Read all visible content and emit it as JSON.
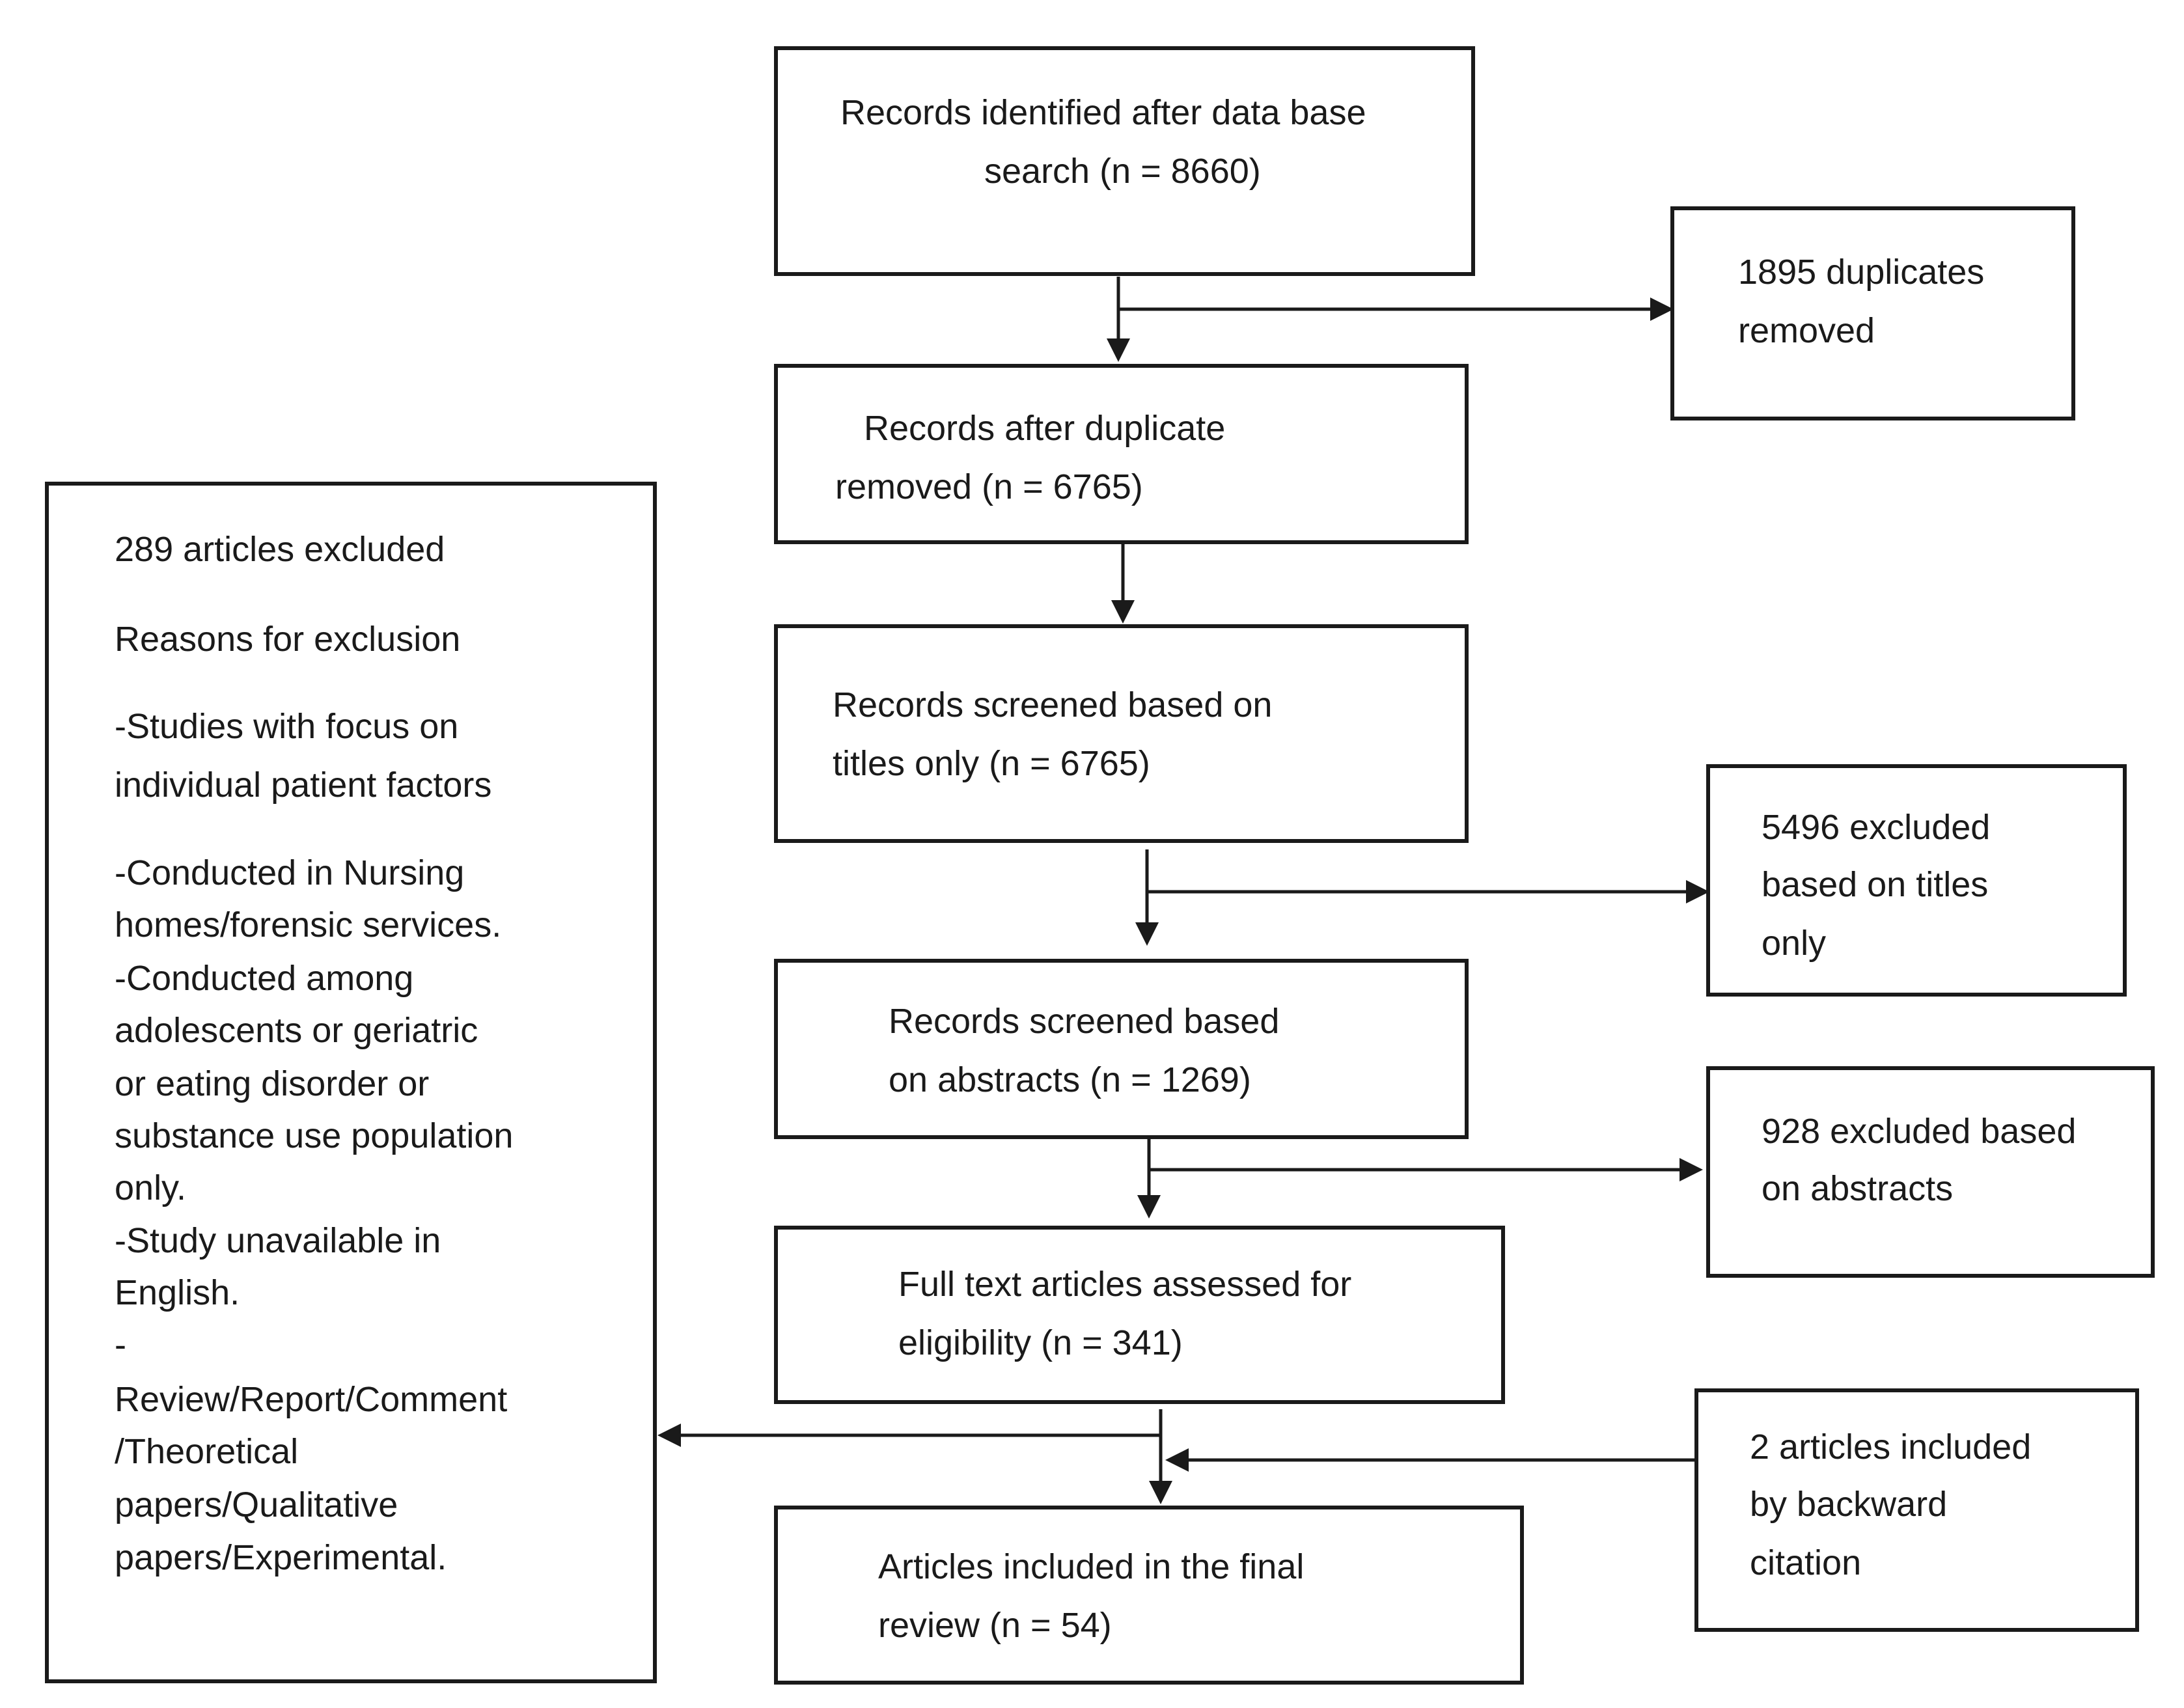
{
  "boxes": {
    "identified": {
      "line1": "Records identified after data base",
      "line2": "search (n = 8660)"
    },
    "duplicates": {
      "line1": "1895 duplicates",
      "line2": "removed"
    },
    "after_duplicates": {
      "line1": "Records after duplicate",
      "line2": "removed (n = 6765)"
    },
    "titles_screened": {
      "line1": "Records screened based on",
      "line2": "titles only (n = 6765)"
    },
    "titles_excluded": {
      "line1": "5496 excluded",
      "line2": "based on titles",
      "line3": "only"
    },
    "abstracts_screened": {
      "line1": "Records screened based",
      "line2": "on abstracts (n = 1269)"
    },
    "abstracts_excluded": {
      "line1": "928 excluded based",
      "line2": "on abstracts"
    },
    "full_text": {
      "line1": "Full text articles assessed for",
      "line2": "eligibility (n = 341)"
    },
    "backward_citation": {
      "line1": "2 articles included",
      "line2": "by backward",
      "line3": "citation"
    },
    "final": {
      "line1": "Articles included in the final",
      "line2": "review (n = 54)"
    }
  },
  "exclusion_box": {
    "count": "289 articles excluded",
    "heading": "Reasons for exclusion",
    "lines": [
      "-Studies with focus on",
      "individual patient factors",
      "-Conducted in Nursing",
      "homes/forensic services.",
      "-Conducted among",
      "adolescents or geriatric",
      "or eating disorder or",
      "substance use population",
      "only.",
      "-Study unavailable in",
      "English.",
      "-",
      "Review/Report/Comment",
      "/Theoretical",
      "papers/Qualitative",
      "papers/Experimental."
    ]
  }
}
